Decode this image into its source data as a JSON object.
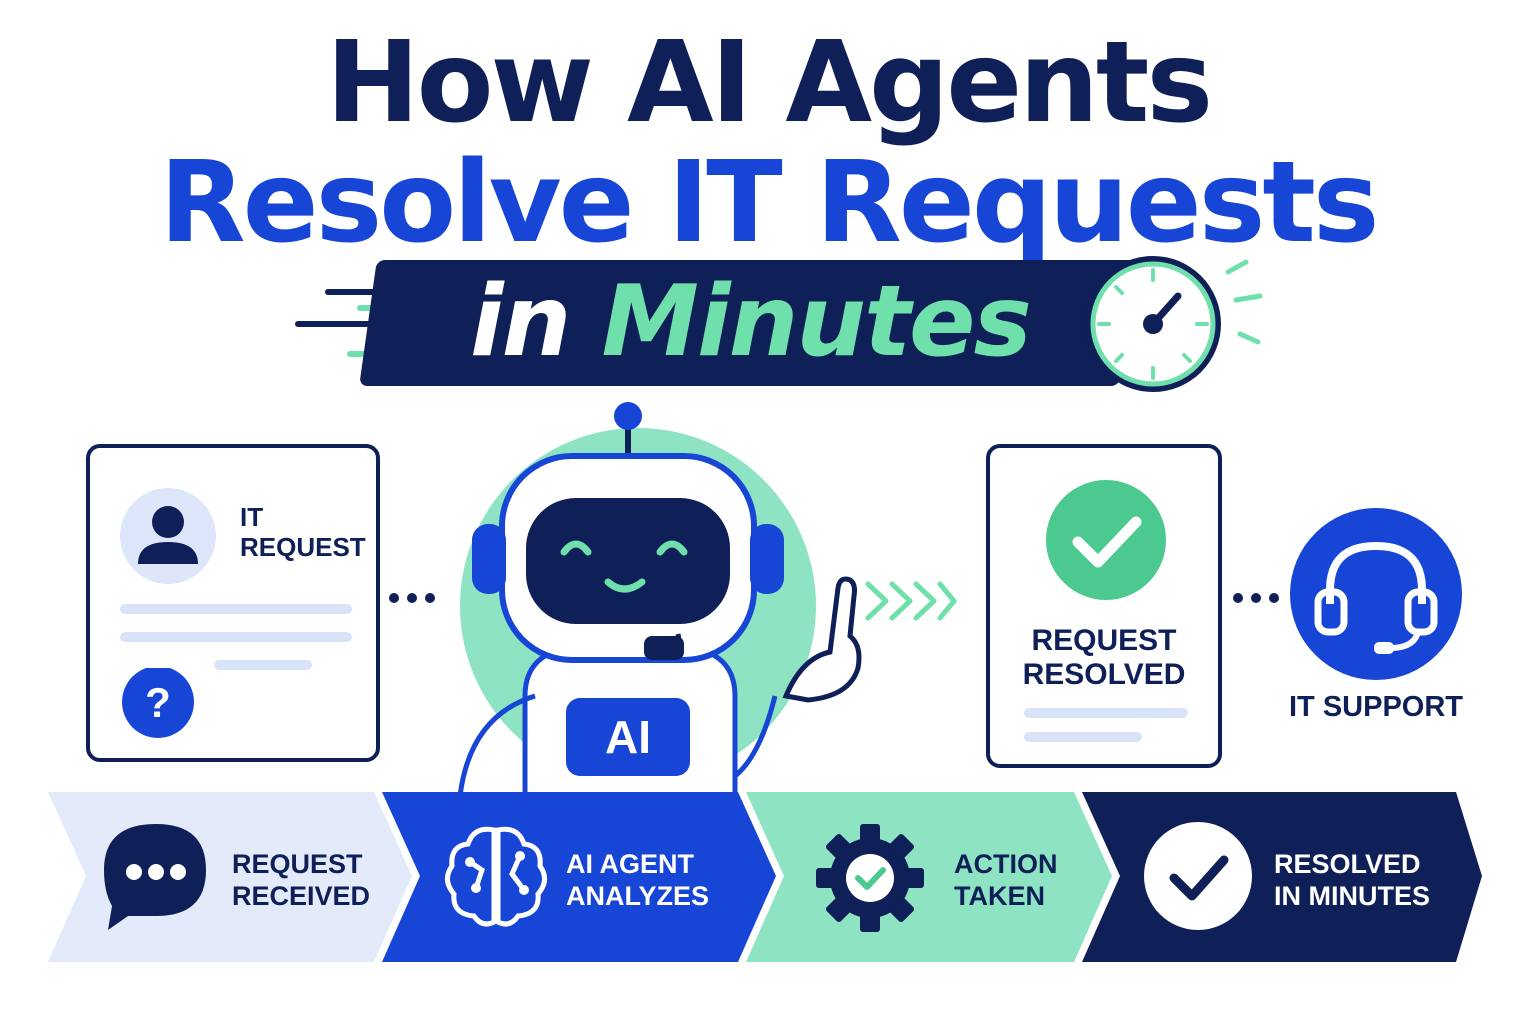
{
  "title": {
    "line1": "How AI Agents",
    "line2": "Resolve IT Requests",
    "banner_in": "in",
    "banner_minutes": "Minutes"
  },
  "request_card": {
    "label_line1": "IT",
    "label_line2": "REQUEST",
    "icon_user": "user-icon",
    "icon_question": "question-icon"
  },
  "robot": {
    "badge": "AI"
  },
  "resolved_card": {
    "label_line1": "REQUEST",
    "label_line2": "RESOLVED",
    "icon": "check-icon"
  },
  "support": {
    "label": "IT SUPPORT",
    "icon": "headset-icon"
  },
  "steps": [
    {
      "line1": "REQUEST",
      "line2": "RECEIVED",
      "icon": "chat-bubble-icon"
    },
    {
      "line1": "AI AGENT",
      "line2": "ANALYZES",
      "icon": "brain-icon"
    },
    {
      "line1": "ACTION",
      "line2": "TAKEN",
      "icon": "gear-check-icon"
    },
    {
      "line1": "RESOLVED",
      "line2": "IN MINUTES",
      "icon": "check-circle-icon"
    }
  ],
  "colors": {
    "navy": "#0f1f57",
    "blue": "#1746d6",
    "mint": "#6fe0ac",
    "light_blue": "#e3eafa",
    "light_mint": "#8ee3c2"
  }
}
